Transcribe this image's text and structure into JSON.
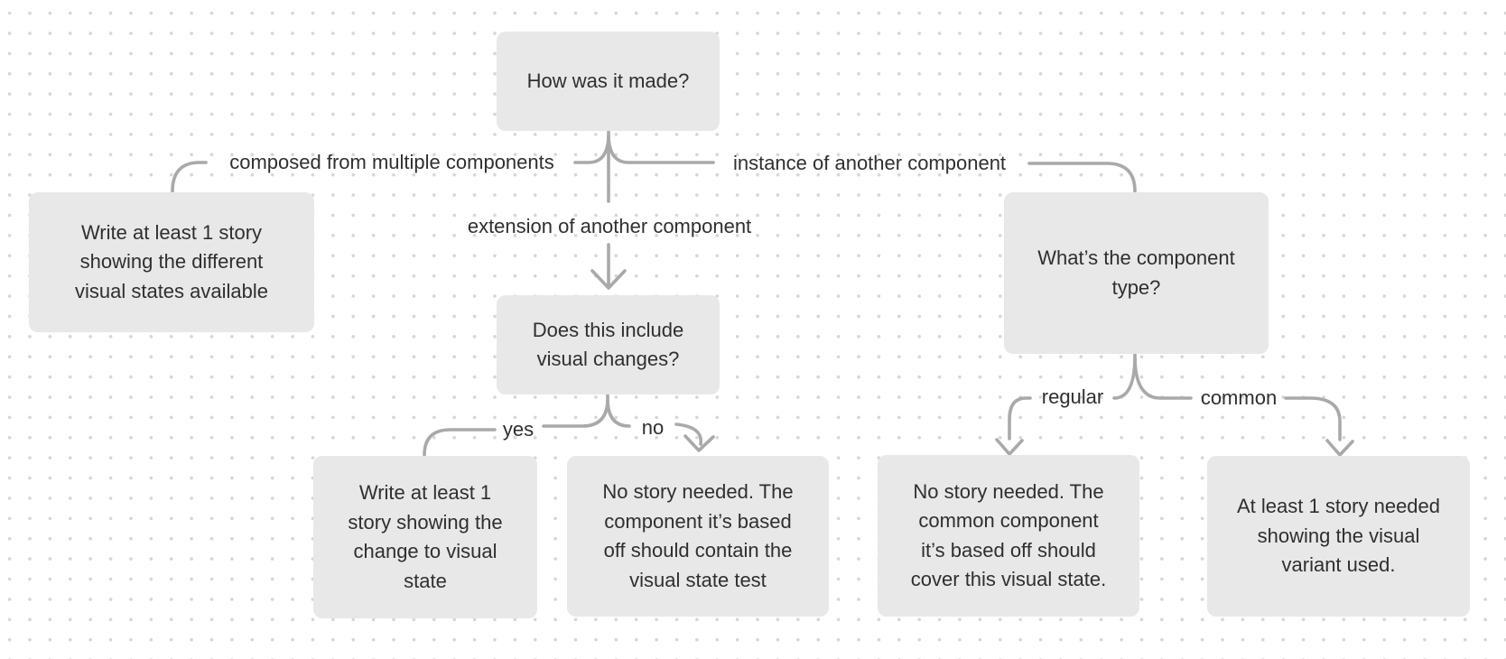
{
  "canvas": {
    "background": "#ffffff",
    "dot_color": "#d6d6d6"
  },
  "colors": {
    "node_fill": "#e8e8e8",
    "node_text": "#2f2f2f",
    "label_text": "#2f2f2f",
    "connector": "#a9a9a9"
  },
  "nodes": {
    "root": {
      "label": "How was it made?"
    },
    "visual_states_story": {
      "label": "Write at least 1 story\nshowing the different\nvisual states available"
    },
    "visual_changes_question": {
      "label": "Does this include\nvisual changes?"
    },
    "component_type_question": {
      "label": "What’s the component\ntype?"
    },
    "change_story": {
      "label": "Write at least 1\nstory showing the\nchange to visual\nstate"
    },
    "no_story_base_component": {
      "label": "No story needed. The\ncomponent it’s based\noff should contain the\nvisual state test"
    },
    "no_story_common_component": {
      "label": "No story needed. The\ncommon component\nit’s based off should\ncover this visual state."
    },
    "variant_story": {
      "label": "At least 1 story needed\nshowing the visual\nvariant used."
    }
  },
  "edge_labels": {
    "composed": "composed from multiple components",
    "extension": "extension of another component",
    "instance": "instance of another component",
    "yes": "yes",
    "no": "no",
    "regular": "regular",
    "common": "common"
  }
}
